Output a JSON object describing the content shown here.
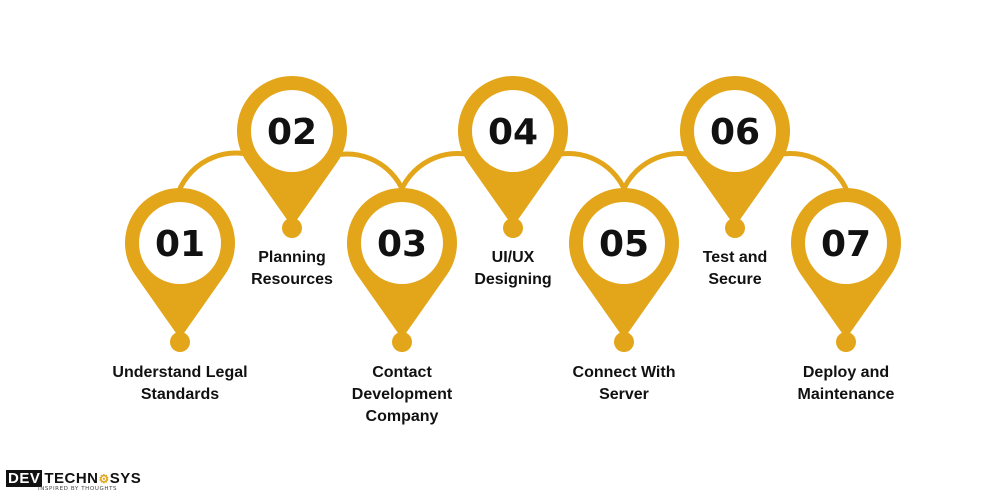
{
  "colors": {
    "accent": "#E3A61B",
    "text": "#111111",
    "background": "#ffffff"
  },
  "steps": [
    {
      "number": "01",
      "label": "Understand Legal\nStandards"
    },
    {
      "number": "02",
      "label": "Planning\nResources"
    },
    {
      "number": "03",
      "label": "Contact\nDevelopment\nCompany"
    },
    {
      "number": "04",
      "label": "UI/UX\nDesigning"
    },
    {
      "number": "05",
      "label": "Connect With\nServer"
    },
    {
      "number": "06",
      "label": "Test and\nSecure"
    },
    {
      "number": "07",
      "label": "Deploy and\nMaintenance"
    }
  ],
  "logo": {
    "part1": "DEV",
    "part2": "TECHN",
    "glyph": "⚙",
    "part3": "SYS",
    "tagline": "INSPIRED BY THOUGHTS"
  }
}
